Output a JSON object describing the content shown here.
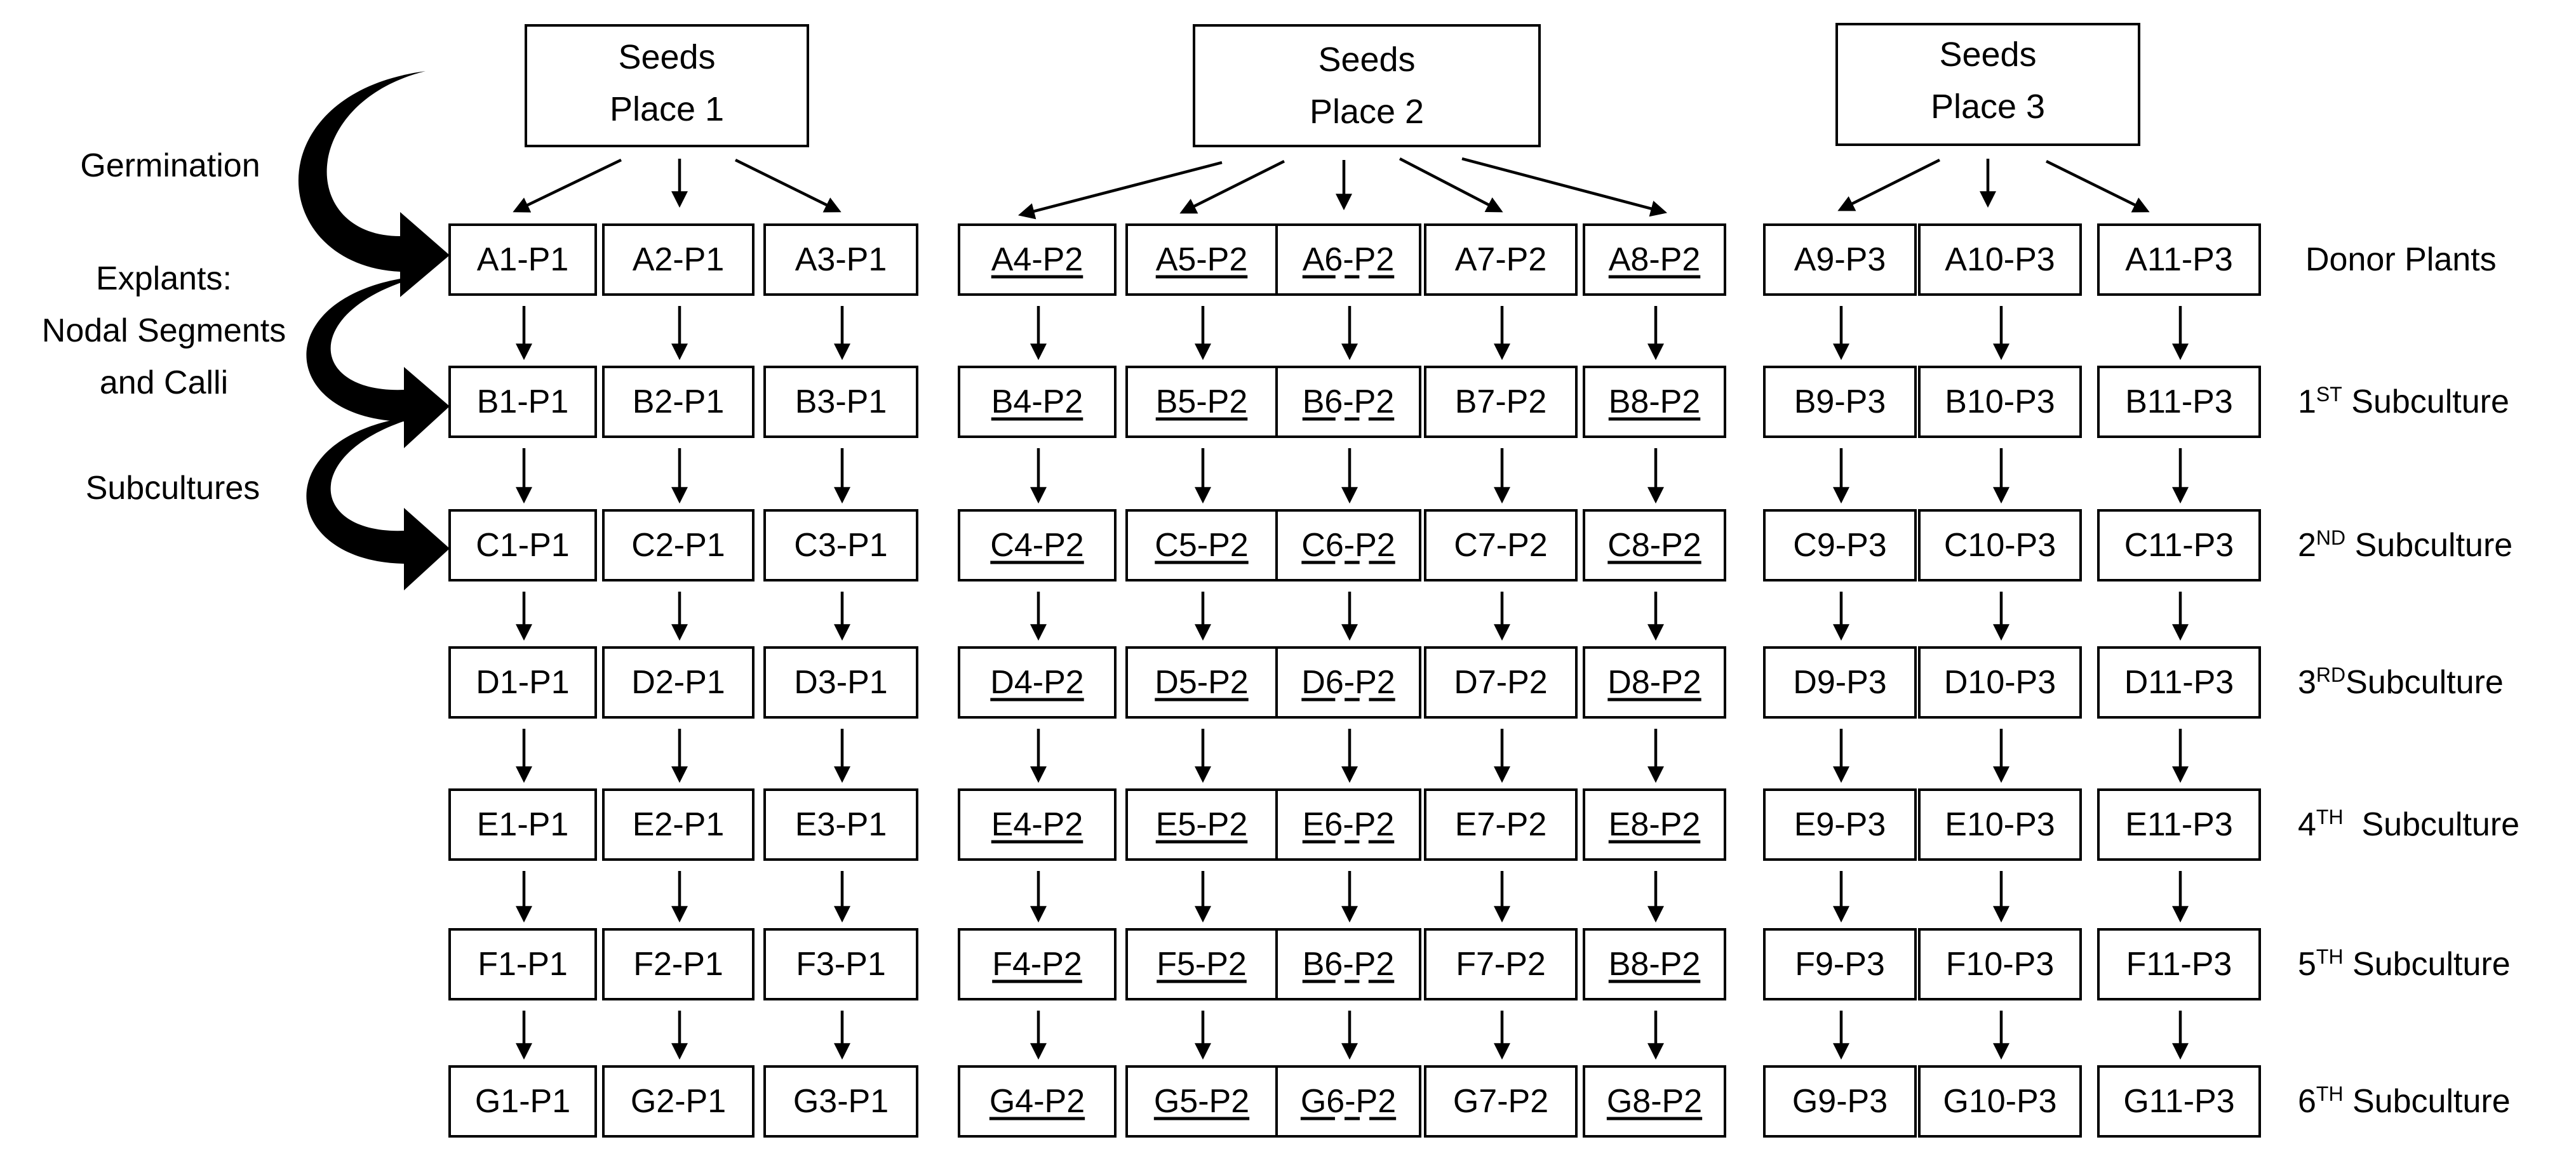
{
  "seeds": [
    {
      "line1": "Seeds",
      "line2": "Place 1"
    },
    {
      "line1": "Seeds",
      "line2": "Place 2"
    },
    {
      "line1": "Seeds",
      "line2": "Place 3"
    }
  ],
  "process_labels": {
    "germination": "Germination",
    "explants": [
      "Explants:",
      "Nodal Segments",
      "and Calli"
    ],
    "subcultures": "Subcultures"
  },
  "row_labels": [
    {
      "main": "Donor Plants",
      "sup": "",
      "rest": ""
    },
    {
      "main": "1",
      "sup": "ST",
      "rest": " Subculture"
    },
    {
      "main": "2",
      "sup": "ND",
      "rest": " Subculture"
    },
    {
      "main": "3",
      "sup": "RD",
      "rest": "Subculture"
    },
    {
      "main": "4",
      "sup": "TH",
      "rest": "  Subculture"
    },
    {
      "main": "5",
      "sup": "TH",
      "rest": " Subculture"
    },
    {
      "main": "6",
      "sup": "TH",
      "rest": " Subculture"
    }
  ],
  "grid": [
    [
      "A1-P1",
      "A2-P1",
      "A3-P1",
      "A4-P2",
      "A5-P2",
      "A6-P2",
      "A7-P2",
      "A8-P2",
      "A9-P3",
      "A10-P3",
      "A11-P3"
    ],
    [
      "B1-P1",
      "B2-P1",
      "B3-P1",
      "B4-P2",
      "B5-P2",
      "B6-P2",
      "B7-P2",
      "B8-P2",
      "B9-P3",
      "B10-P3",
      "B11-P3"
    ],
    [
      "C1-P1",
      "C2-P1",
      "C3-P1",
      "C4-P2",
      "C5-P2",
      "C6-P2",
      "C7-P2",
      "C8-P2",
      "C9-P3",
      "C10-P3",
      "C11-P3"
    ],
    [
      "D1-P1",
      "D2-P1",
      "D3-P1",
      "D4-P2",
      "D5-P2",
      "D6-P2",
      "D7-P2",
      "D8-P2",
      "D9-P3",
      "D10-P3",
      "D11-P3"
    ],
    [
      "E1-P1",
      "E2-P1",
      "E3-P1",
      "E4-P2",
      "E5-P2",
      "E6-P2",
      "E7-P2",
      "E8-P2",
      "E9-P3",
      "E10-P3",
      "E11-P3"
    ],
    [
      "F1-P1",
      "F2-P1",
      "F3-P1",
      "F4-P2",
      "F5-P2",
      "B6-P2",
      "F7-P2",
      "B8-P2",
      "F9-P3",
      "F10-P3",
      "F11-P3"
    ],
    [
      "G1-P1",
      "G2-P1",
      "G3-P1",
      "G4-P2",
      "G5-P2",
      "G6-P2",
      "G7-P2",
      "G8-P2",
      "G9-P3",
      "G10-P3",
      "G11-P3"
    ]
  ],
  "underline_style": {
    "full": [
      3,
      4,
      7
    ],
    "partial": [
      5
    ]
  }
}
